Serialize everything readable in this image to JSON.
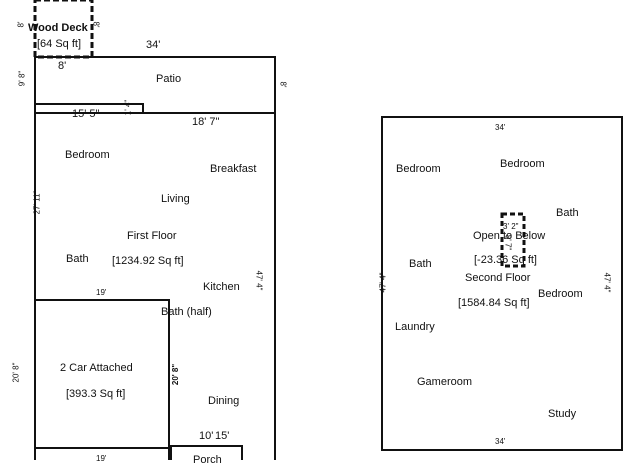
{
  "first_floor": {
    "wood_deck": {
      "label": "Wood Deck",
      "area": "[64 Sq ft]",
      "dim_top": "8'",
      "dim_left": "8'",
      "dim_bottom": "8'"
    },
    "patio": {
      "label": "Patio",
      "dim_width": "34'",
      "dim_left": "9' 8\"",
      "dim_right": "8'"
    },
    "dims": {
      "left_segment": "15' 5\"",
      "step": "1' 4\"",
      "right_segment": "18' 7\"",
      "left_height": "27' 11\"",
      "right_height": "47' 4\"",
      "mid_width": "19'",
      "garage_height": "20' 8\"",
      "garage_inner": "20' 8\"",
      "bottom_a": "10'",
      "bottom_b": "15'",
      "bottom_width": "19'"
    },
    "rooms": {
      "bedroom": "Bedroom",
      "breakfast": "Breakfast",
      "living": "Living",
      "floor_title": "First Floor",
      "floor_area": "[1234.92 Sq ft]",
      "bath": "Bath",
      "kitchen": "Kitchen",
      "bath_half": "Bath (half)",
      "garage": "2 Car Attached",
      "garage_area": "[393.3 Sq ft]",
      "dining": "Dining",
      "porch": "Porch"
    }
  },
  "second_floor": {
    "dims": {
      "top": "34'",
      "bottom": "34'",
      "left": "47' 4\"",
      "right": "47' 4\"",
      "open_w": "3' 2\"",
      "open_h": "8' 7\""
    },
    "rooms": {
      "bedroom_left": "Bedroom",
      "bedroom_top": "Bedroom",
      "bath_right": "Bath",
      "open_below": "Open to Below",
      "open_area": "[-23.36 Sq ft]",
      "bath_left": "Bath",
      "floor_title": "Second Floor",
      "floor_area": "[1584.84 Sq ft]",
      "bedroom_right": "Bedroom",
      "laundry": "Laundry",
      "gameroom": "Gameroom",
      "study": "Study"
    }
  }
}
